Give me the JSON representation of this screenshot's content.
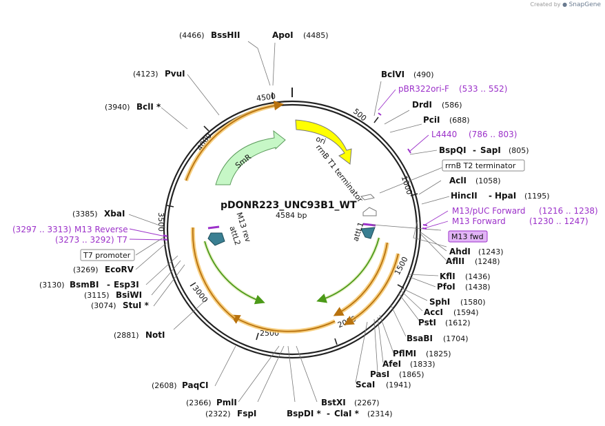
{
  "credit": {
    "prefix": "Created by",
    "brand": "SnapGene"
  },
  "plasmid": {
    "name": "pDONR223_UNC93B1_WT",
    "length_label": "4584 bp"
  },
  "ticks": [
    "4500",
    "500",
    "1000",
    "1500",
    "2000",
    "2500",
    "3000",
    "3500",
    "4000"
  ],
  "features": {
    "SmR": "SmR",
    "ori": "ori",
    "rrnB_T1": "rrnB T1 terminator",
    "M13_rev": "M13 rev",
    "attL2": "attL2",
    "attL1": "attL1",
    "rrnB_T2": "rrnB T2 terminator",
    "T7_promoter": "T7 promoter",
    "M13_fwd": "M13 fwd"
  },
  "sites": [
    {
      "name": "BssHII",
      "pos": "(4466)"
    },
    {
      "name": "ApoI",
      "pos": "(4485)"
    },
    {
      "name": "BclVI",
      "pos": "(490)"
    },
    {
      "name": "DrdI",
      "pos": "(586)"
    },
    {
      "name": "PciI",
      "pos": "(688)"
    },
    {
      "name": "BspQI",
      "sep": "-",
      "name2": "SapI",
      "pos": "(805)"
    },
    {
      "name": "AclI",
      "pos": "(1058)"
    },
    {
      "name": "HincII",
      "sep": "-",
      "name2": "HpaI",
      "pos": "(1195)"
    },
    {
      "name": "AhdI",
      "pos": "(1243)"
    },
    {
      "name": "AflII",
      "pos": "(1248)"
    },
    {
      "name": "KflI",
      "pos": "(1436)"
    },
    {
      "name": "PfoI",
      "pos": "(1438)"
    },
    {
      "name": "SphI",
      "pos": "(1580)"
    },
    {
      "name": "AccI",
      "pos": "(1594)"
    },
    {
      "name": "PstI",
      "pos": "(1612)"
    },
    {
      "name": "BsaBI",
      "pos": "(1704)"
    },
    {
      "name": "PflMI",
      "pos": "(1825)"
    },
    {
      "name": "AfeI",
      "pos": "(1833)"
    },
    {
      "name": "PasI",
      "pos": "(1865)"
    },
    {
      "name": "ScaI",
      "pos": "(1941)"
    },
    {
      "name": "BstXI",
      "pos": "(2267)"
    },
    {
      "name": "BspDI *",
      "sep": "-",
      "name2": "ClaI *",
      "pos": "(2314)"
    },
    {
      "name": "FspI",
      "pos": "(2322)"
    },
    {
      "name": "PmlI",
      "pos": "(2366)"
    },
    {
      "name": "PaqCI",
      "pos": "(2608)"
    },
    {
      "name": "NotI",
      "pos": "(2881)"
    },
    {
      "name": "StuI *",
      "pos": "(3074)"
    },
    {
      "name": "BsiWI",
      "pos": "(3115)"
    },
    {
      "name": "BsmBI",
      "sep": "-",
      "name2": "Esp3I",
      "pos": "(3130)"
    },
    {
      "name": "EcoRV",
      "pos": "(3269)"
    },
    {
      "name": "XbaI",
      "pos": "(3385)"
    },
    {
      "name": "BclI *",
      "pos": "(3940)"
    },
    {
      "name": "PvuI",
      "pos": "(4123)"
    }
  ],
  "primers": [
    {
      "name": "pBR322ori-F",
      "range": "(533 .. 552)"
    },
    {
      "name": "L4440",
      "range": "(786 .. 803)"
    },
    {
      "name": "M13/pUC Forward",
      "range": "(1216 .. 1238)"
    },
    {
      "name": "M13 Forward",
      "range": "(1230 .. 1247)"
    },
    {
      "name": "M13 Reverse",
      "range": "(3297 .. 3313)"
    },
    {
      "name": "T7",
      "range": "(3273 .. 3292)"
    }
  ],
  "colors": {
    "backbone": "#222222",
    "orf_outline": "#f6c76b",
    "orf_core": "#b8720e",
    "gene_core": "#4c9a18",
    "gene_outline": "#e8f0c8",
    "SmR_fill": "#c6f7c6",
    "ori_fill": "#ffff00",
    "att_fill": "#3a7f92",
    "primer": "#9b30c9",
    "primer_box": "#e2b4f6"
  }
}
